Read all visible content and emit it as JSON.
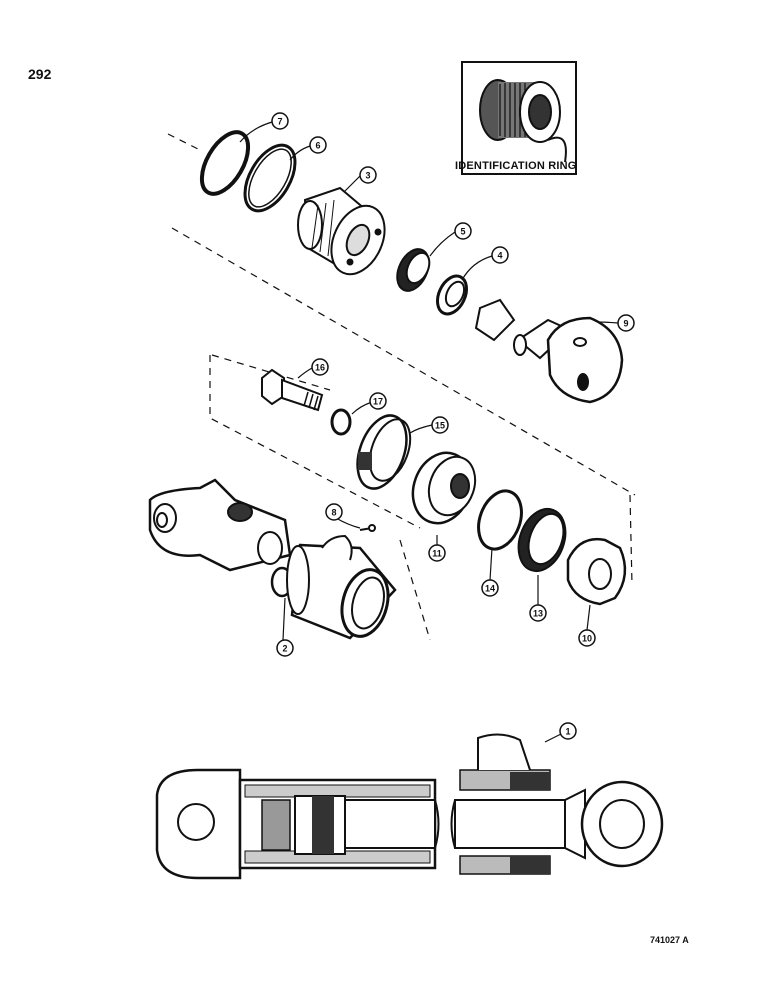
{
  "page_number": "292",
  "drawing_code": "741027 A",
  "inset": {
    "caption": "IDENTIFICATION RING"
  },
  "callouts": [
    "1",
    "2",
    "3",
    "4",
    "5",
    "6",
    "7",
    "8",
    "9",
    "10",
    "11",
    "13",
    "14",
    "15",
    "16",
    "17"
  ]
}
